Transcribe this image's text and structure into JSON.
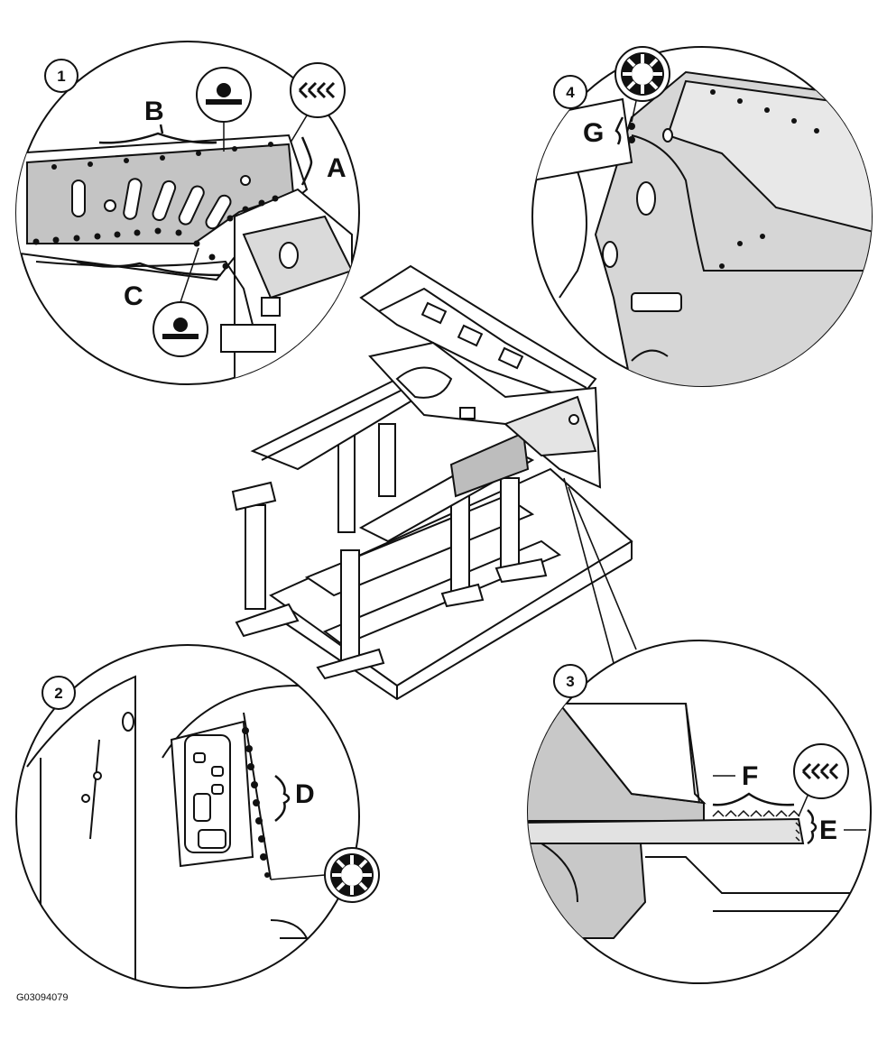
{
  "figure_code": "G03094079",
  "details": [
    {
      "number": "1",
      "labels": [
        "A",
        "B",
        "C"
      ]
    },
    {
      "number": "2",
      "labels": [
        "D"
      ]
    },
    {
      "number": "3",
      "labels": [
        "E",
        "F"
      ]
    },
    {
      "number": "4",
      "labels": [
        "G"
      ]
    }
  ],
  "icons": [
    "weld-marker-icon",
    "chevron-arrows-icon",
    "rivet-wheel-icon"
  ]
}
